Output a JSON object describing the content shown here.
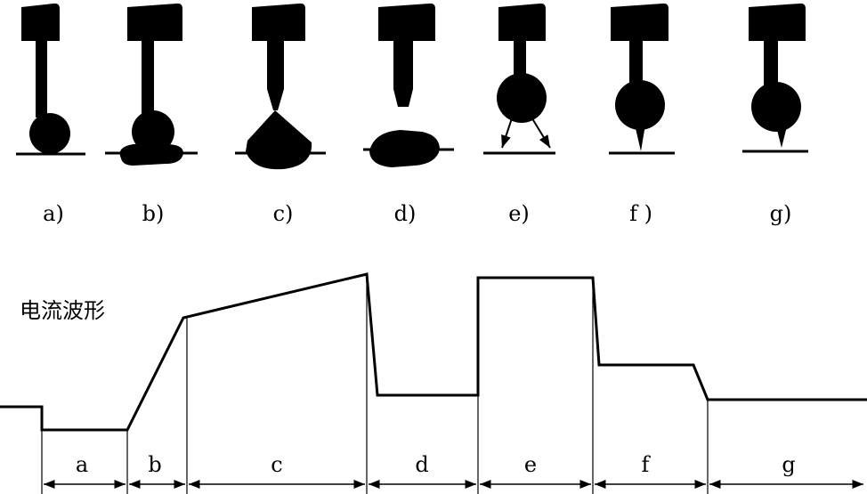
{
  "wave_title": "电流波形",
  "stages": [
    {
      "id": "a",
      "stage_label": "a)",
      "segment_label": "a"
    },
    {
      "id": "b",
      "stage_label": "b)",
      "segment_label": "b"
    },
    {
      "id": "c",
      "stage_label": "c)",
      "segment_label": "c"
    },
    {
      "id": "d",
      "stage_label": "d)",
      "segment_label": "d"
    },
    {
      "id": "e",
      "stage_label": "e)",
      "segment_label": "e"
    },
    {
      "id": "f",
      "stage_label": "f )",
      "segment_label": "f"
    },
    {
      "id": "g",
      "stage_label": "g)",
      "segment_label": "g"
    }
  ],
  "colors": {
    "ink": "#000000",
    "background": "#ffffff"
  }
}
